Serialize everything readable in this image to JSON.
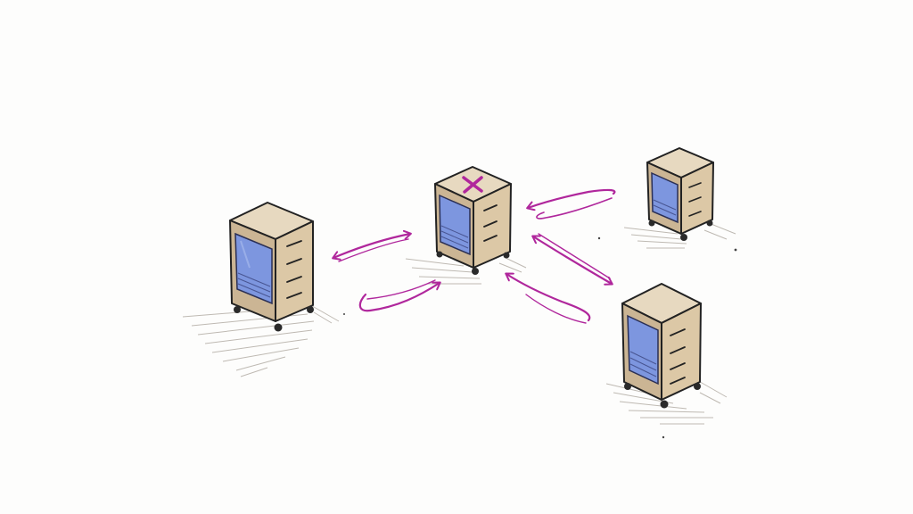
{
  "colors": {
    "background": "#fdfdfc",
    "arrow": "#b0279c",
    "server_top": "#e7d9c0",
    "server_side": "#d8c4a3",
    "server_front": "#cbb594",
    "server_panel": "#7d96df",
    "ink": "#222222",
    "shadow": "#8c8377"
  },
  "nodes": [
    {
      "id": "server-left",
      "role": "server"
    },
    {
      "id": "server-center",
      "role": "server",
      "marker": "x-mark"
    },
    {
      "id": "server-top-right",
      "role": "server"
    },
    {
      "id": "server-bottom-right",
      "role": "server"
    }
  ],
  "arrows": [
    {
      "id": "center-left-double",
      "kind": "double"
    },
    {
      "id": "left-to-center-curved",
      "kind": "curved"
    },
    {
      "id": "topright-to-center-curved",
      "kind": "curved"
    },
    {
      "id": "center-bottomright-double",
      "kind": "double"
    },
    {
      "id": "bottomright-to-center-curved",
      "kind": "curved"
    }
  ]
}
